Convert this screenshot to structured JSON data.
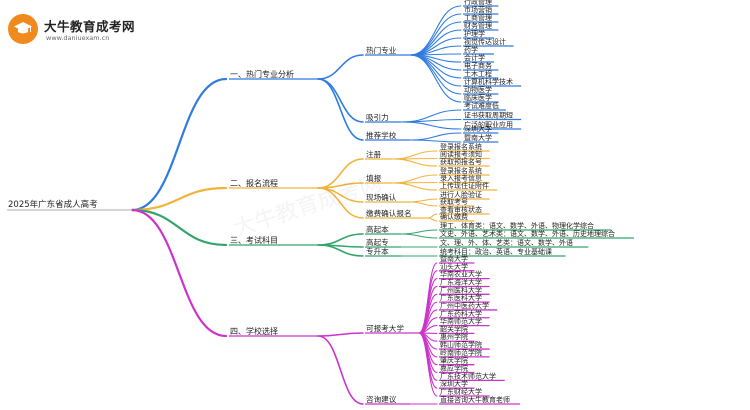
{
  "logo": {
    "title": "大牛教育成考网",
    "url": "www.daniuexam.cn",
    "icon": "graduation-cap-icon",
    "accent": "#f08a1c"
  },
  "watermark": "大牛教育成考网",
  "root": "2025年广东省成人高考",
  "colors": {
    "blue": "#2f7be0",
    "orange": "#f2b33d",
    "green": "#33a46b",
    "magenta": "#cc33cc",
    "text": "#222222"
  },
  "branches": [
    {
      "label": "一、热门专业分析",
      "color": "blue",
      "groups": [
        {
          "label": "热门专业",
          "items": [
            "行政管理",
            "市场营销",
            "工商管理",
            "财务管理",
            "护理学",
            "视觉传达设计",
            "药学",
            "会计学",
            "电子商务",
            "土木工程",
            "计算机科学技术",
            "动物医学",
            "临床医学"
          ]
        },
        {
          "label": "吸引力",
          "items": [
            "考试难度低",
            "证书获取周期短",
            "广泛的职业应用"
          ]
        },
        {
          "label": "推荐学校",
          "items": [
            "深圳大学",
            "暨南大学"
          ]
        }
      ]
    },
    {
      "label": "二、报名流程",
      "color": "orange",
      "groups": [
        {
          "label": "注册",
          "items": [
            "登录报名系统",
            "阅读报考须知",
            "获取预报名号"
          ]
        },
        {
          "label": "填报",
          "items": [
            "登录报名系统",
            "录入报考信息",
            "上传现住证附件"
          ]
        },
        {
          "label": "现场确认",
          "items": [
            "进行人脸验证",
            "获取考号"
          ]
        },
        {
          "label": "缴费确认报名",
          "items": [
            "查看审核状态",
            "确认缴费"
          ]
        }
      ]
    },
    {
      "label": "三、考试科目",
      "color": "green",
      "groups": [
        {
          "label": "高起本",
          "items": [
            "理工、体育类：语文、数学、外语、物理化学综合",
            "文史、外语、艺术类：语文、数学、外语、历史地理综合"
          ]
        },
        {
          "label": "高起专",
          "items": [
            "文、理、外、体、艺类：语文、数学、外语"
          ]
        },
        {
          "label": "专升本",
          "items": [
            "统考科目：政治、英语、专业基础课"
          ]
        }
      ]
    },
    {
      "label": "四、学校选择",
      "color": "magenta",
      "groups": [
        {
          "label": "可报考大学",
          "items": [
            "暨南大学",
            "汕头大学",
            "华南农业大学",
            "广东海洋大学",
            "广州医科大学",
            "广东医科大学",
            "广州中医药大学",
            "广东药科大学",
            "华南师范大学",
            "韶关学院",
            "惠州学院",
            "韩山师范学院",
            "岭南师范学院",
            "肇庆学院",
            "嘉应学院",
            "广东技术师范大学",
            "深圳大学",
            "广东财经大学"
          ]
        },
        {
          "label": "咨询建议",
          "items": [
            "直接咨询大牛教育老师"
          ]
        }
      ]
    }
  ]
}
